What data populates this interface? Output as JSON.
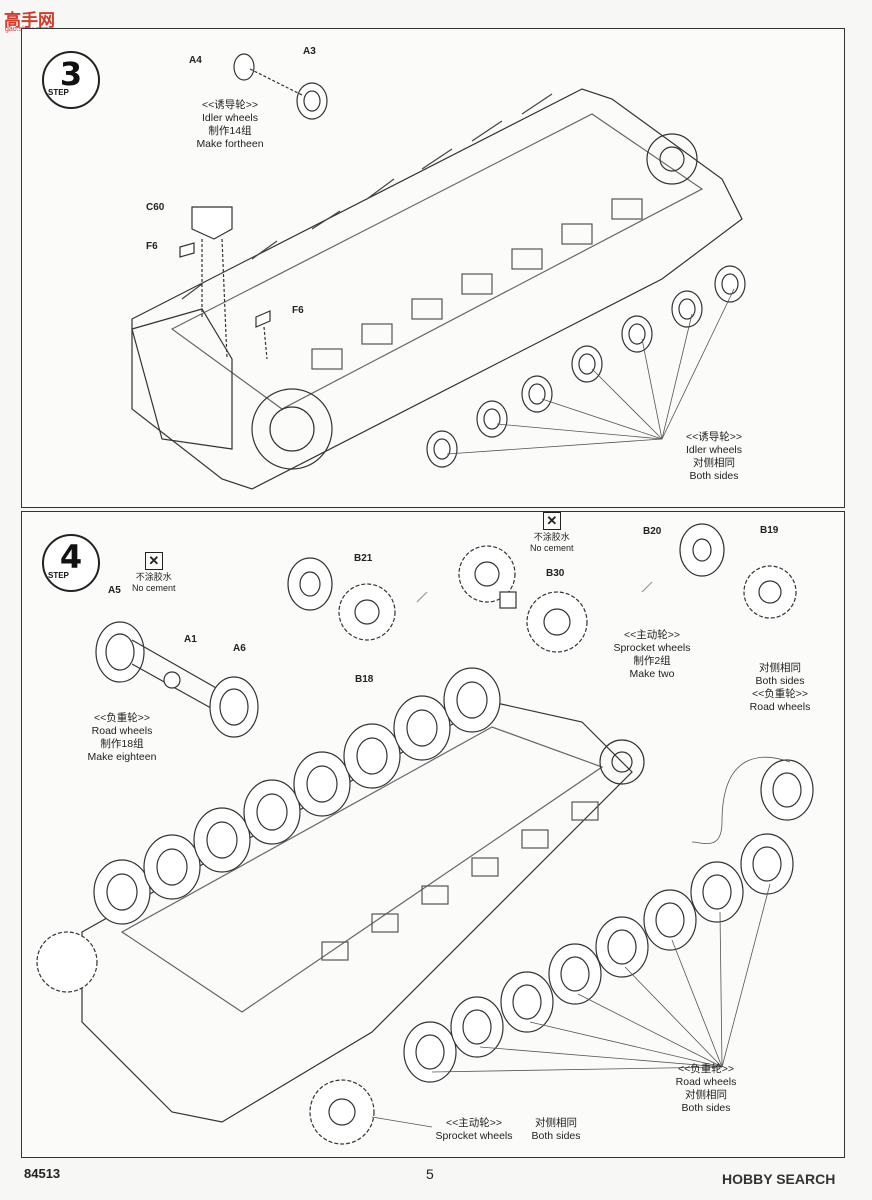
{
  "site_logo": {
    "text": "高手网",
    "subtext": "gao.shou.com"
  },
  "step3": {
    "step_label": "STEP",
    "number": "3",
    "parts": {
      "a4": "A4",
      "a3": "A3",
      "c60": "C60",
      "f6_left": "F6",
      "f6_right": "F6"
    },
    "idler_sub": {
      "cn": "<<诱导轮>>",
      "en": "Idler wheels",
      "qty_cn": "制作14组",
      "qty_en": "Make fortheen"
    },
    "idler_callout": {
      "cn": "<<诱导轮>>",
      "en": "Idler wheels",
      "sides_cn": "对侧相同",
      "sides_en": "Both sides"
    }
  },
  "step4": {
    "step_label": "STEP",
    "number": "4",
    "parts": {
      "a5": "A5",
      "a1": "A1",
      "a6": "A6",
      "b21": "B21",
      "b18": "B18",
      "b30": "B30",
      "b20": "B20",
      "b19": "B19"
    },
    "no_cement_left": {
      "cn": "不涂胶水",
      "en": "No cement"
    },
    "no_cement_mid": {
      "cn": "不涂胶水",
      "en": "No cement"
    },
    "road_sub": {
      "cn": "<<负重轮>>",
      "en": "Road  wheels",
      "qty_cn": "制作18组",
      "qty_en": "Make eighteen"
    },
    "sprocket_sub": {
      "cn": "<<主动轮>>",
      "en": "Sprocket wheels",
      "qty_cn": "制作2组",
      "qty_en": "Make two"
    },
    "road_top_right": {
      "sides_cn": "对侧相同",
      "sides_en": "Both sides",
      "cn": "<<负重轮>>",
      "en": "Road  wheels"
    },
    "road_bottom": {
      "cn": "<<负重轮>>",
      "en": "Road  wheels",
      "sides_cn": "对侧相同",
      "sides_en": "Both sides"
    },
    "sprocket_bottom": {
      "cn": "<<主动轮>>",
      "en": "Sprocket wheels",
      "sides_cn": "对侧相同",
      "sides_en": "Both sides"
    }
  },
  "footer": {
    "code": "84513",
    "page": "5",
    "watermark": "HOBBY SEARCH"
  }
}
